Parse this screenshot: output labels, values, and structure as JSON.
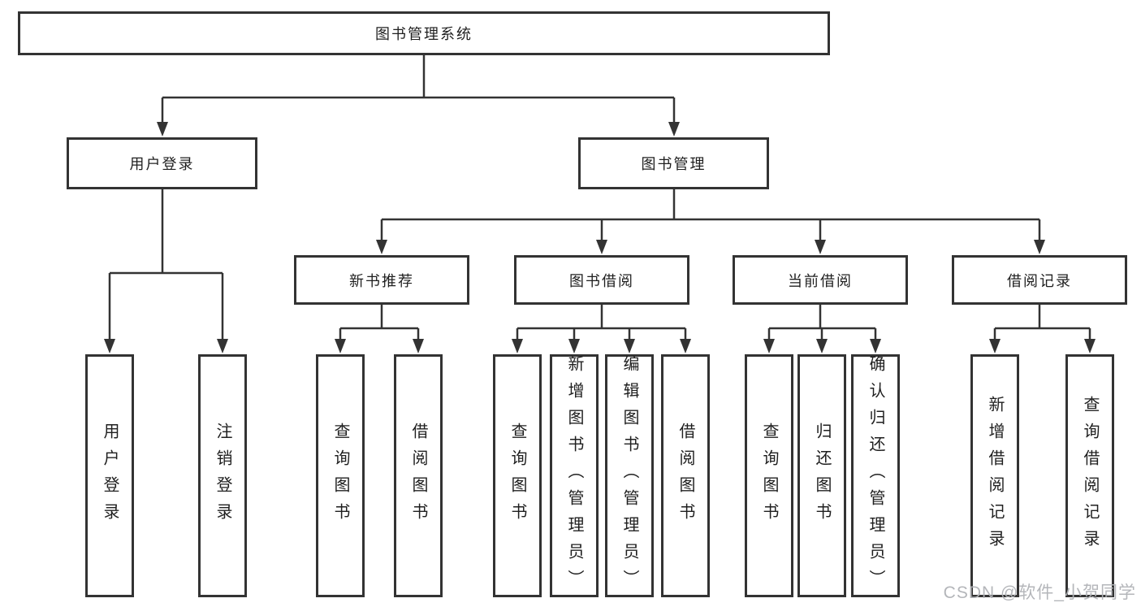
{
  "diagram": {
    "root": "图书管理系统",
    "branches": [
      {
        "label": "用户登录",
        "children": [
          {
            "label": "用户登录"
          },
          {
            "label": "注销登录"
          }
        ]
      },
      {
        "label": "图书管理",
        "children": [
          {
            "label": "新书推荐",
            "children": [
              {
                "label": "查询图书"
              },
              {
                "label": "借阅图书"
              }
            ]
          },
          {
            "label": "图书借阅",
            "children": [
              {
                "label": "查询图书"
              },
              {
                "label": "新增图书（管理员）"
              },
              {
                "label": "编辑图书（管理员）"
              },
              {
                "label": "借阅图书"
              }
            ]
          },
          {
            "label": "当前借阅",
            "children": [
              {
                "label": "查询图书"
              },
              {
                "label": "归还图书"
              },
              {
                "label": "确认归还（管理员）"
              }
            ]
          },
          {
            "label": "借阅记录",
            "children": [
              {
                "label": "新增借阅记录"
              },
              {
                "label": "查询借阅记录"
              }
            ]
          }
        ]
      }
    ]
  },
  "watermark": {
    "text": "CSDN @软件_小贺同学"
  },
  "colors": {
    "line": "#333333",
    "box_border": "#333333",
    "box_fill": "#ffffff",
    "text": "#1f1f1f",
    "watermark": "#b0b2b6"
  }
}
